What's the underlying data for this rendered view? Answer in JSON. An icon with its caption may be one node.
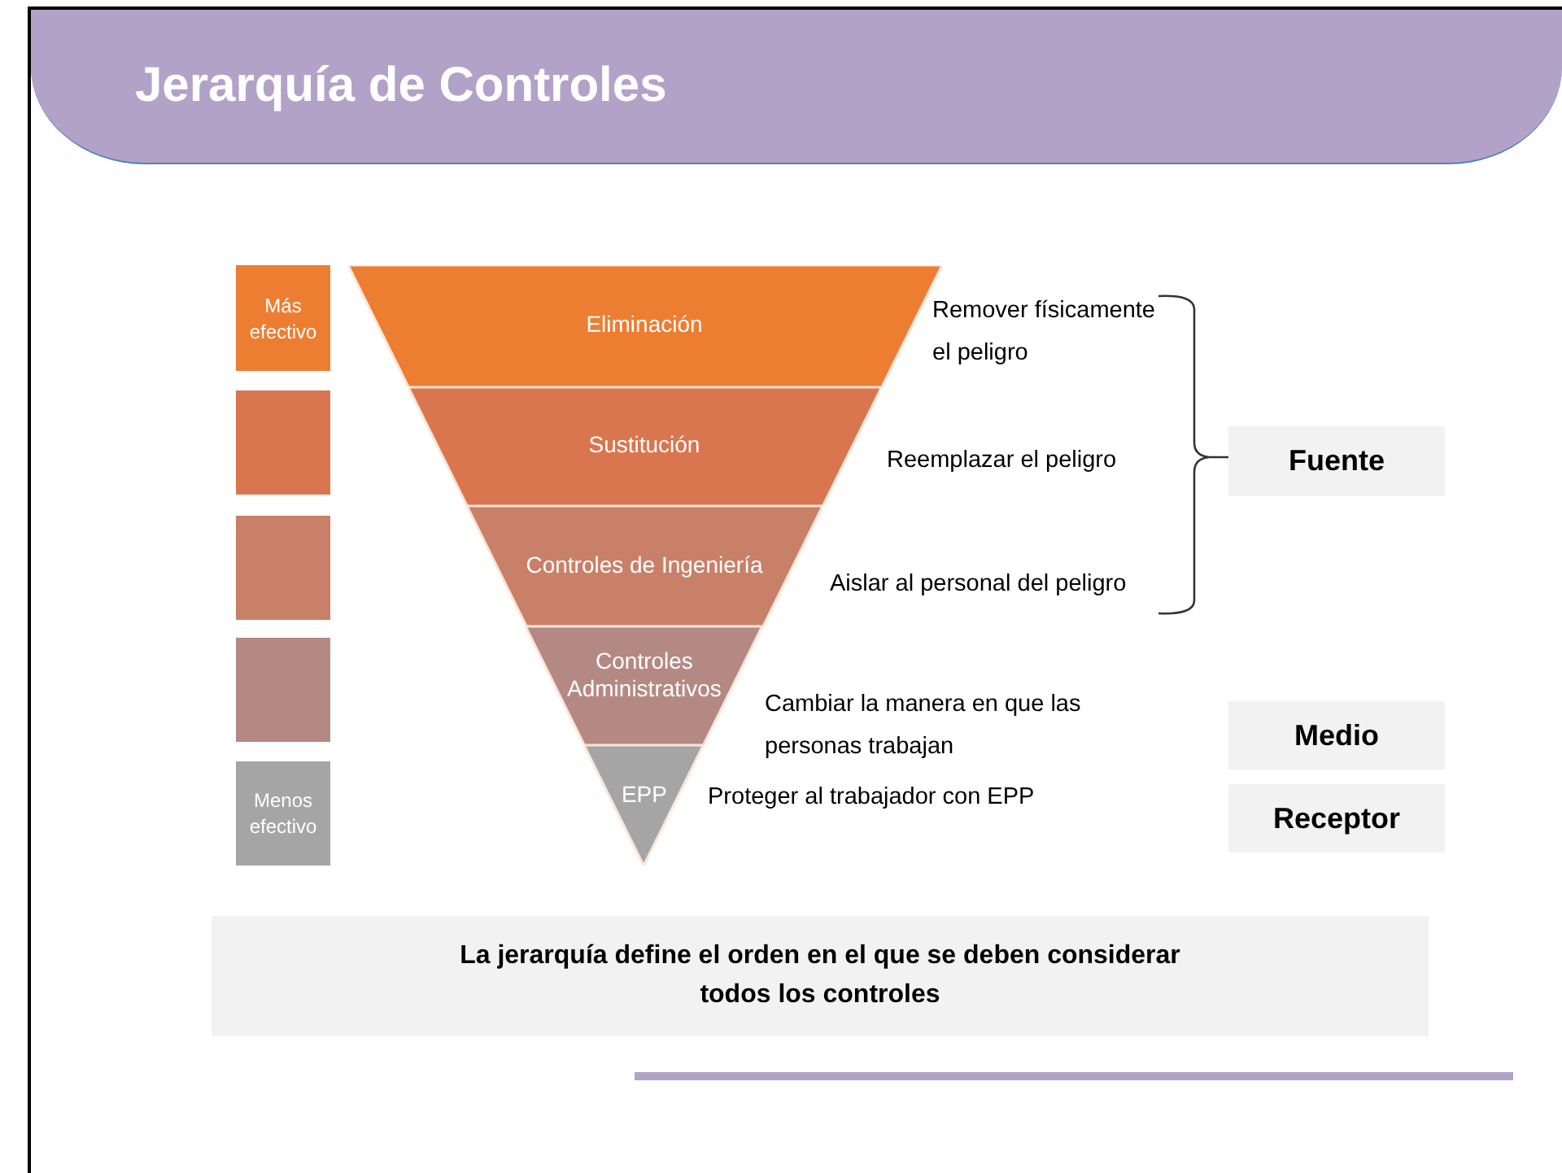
{
  "diagram": {
    "title": "Jerarquía de Controles",
    "nodes": [
      {
        "text": [
          "Más efectivo"
        ]
      },
      {
        "text": [],
        "shape": "box"
      },
      {
        "text": [],
        "shape": "box"
      },
      {
        "text": [],
        "shape": "box"
      },
      {
        "text": [
          "Menos efectivo"
        ]
      },
      {
        "text": [
          "Eliminación"
        ],
        "beside": [
          "Remover físicamente el peligro"
        ]
      },
      {
        "text": [
          "Sustitución"
        ],
        "beside": [
          "Reemplazar el peligro"
        ]
      },
      {
        "text": [
          "Controles de Ingeniería"
        ],
        "beside": [
          "Aislar al personal del peligro"
        ]
      },
      {
        "text": [
          "Controles Administrativos"
        ],
        "beside": [
          "Cambiar la manera en que las personas trabajan"
        ]
      },
      {
        "text": [
          "EPP"
        ],
        "beside": [
          "Proteger al trabajador con EPP"
        ]
      },
      {
        "text": [
          "Fuente"
        ]
      },
      {
        "text": [
          "Medio"
        ]
      },
      {
        "text": [
          "Receptor"
        ]
      },
      {
        "text": [
          "La jerarquía define el orden en el que se deben considerar todos los controles"
        ]
      }
    ]
  }
}
